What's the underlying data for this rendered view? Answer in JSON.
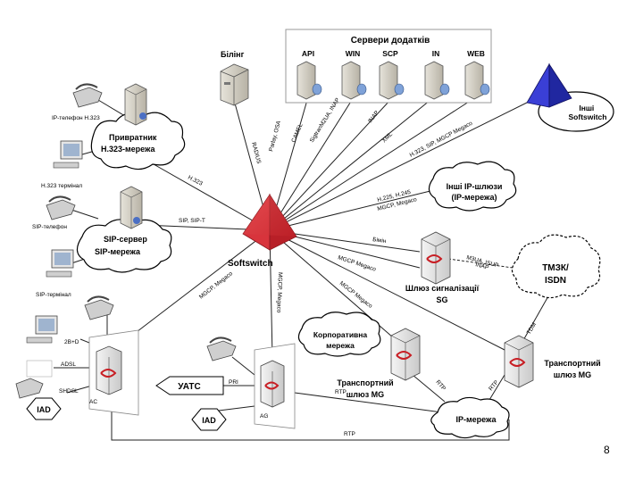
{
  "servers_box": {
    "title": "Сервери додатків",
    "items": [
      "API",
      "WIN",
      "SCP",
      "IN",
      "WEB"
    ]
  },
  "billing": {
    "label": "Білінг"
  },
  "softswitch": {
    "label": "Softswitch"
  },
  "other_softswitch": {
    "label": "Інші Softswitch"
  },
  "gatekeeper": {
    "label": "Привратник",
    "network": "H.323-мережа"
  },
  "sip_server": {
    "label": "SIP-сервер",
    "network": "SIP-мережа"
  },
  "other_gateways": {
    "line1": "Інші IP-шлюзи",
    "line2": "(IP-мережа)"
  },
  "signaling_gw": {
    "line1": "Шлюз сигналізації",
    "line2": "SG"
  },
  "tmzk": {
    "line1": "ТМЗК/",
    "line2": "ISDN"
  },
  "corp_network": {
    "line1": "Корпоративна",
    "line2": "мережа"
  },
  "transport_mg_center": {
    "line1": "Транспортний",
    "line2": "шлюз MG"
  },
  "transport_mg_right": {
    "line1": "Транспортний",
    "line2": "шлюз MG"
  },
  "ip_network": {
    "label": "IP-мережа"
  },
  "uatc": {
    "label": "УАТС"
  },
  "iad_center": {
    "label": "IAD"
  },
  "iad_left": {
    "label": "IAD"
  },
  "endpoints": {
    "ip_phone": "IP-телефон Н.323",
    "h323_terminal": "Н.323 термінал",
    "sip_phone": "SIP-телефон",
    "sip_terminal": "SIP-термінал"
  },
  "access": {
    "ag": "AG",
    "ac": "AC",
    "b2_d": "2B+D",
    "adsl": "ADSL",
    "shdsl": "SHDSL",
    "pri": "PRI"
  },
  "protocols": {
    "radius": "RADIUS",
    "parlay_osa": "Parlay, OSA",
    "camel": "CAMEL",
    "sigtran": "SigtranM2UA, INAP",
    "inap": "INAP",
    "xml": "XML",
    "h323_sip_mgcp": "H.323, SIP, MGCP Megaco",
    "h323": "H.323",
    "sip_sip_t": "SIP, SIP-T",
    "h225_h245": "H.225, H.245",
    "mgcp_megaco": "MGCP, Megaco",
    "bicc": "Бімін",
    "mgcp_megaco_sg": "MGCP Megaco",
    "m3ua_isup": "M3UA, ISUP",
    "inap_right": "INAP",
    "megaco_down": "MGCP Megaco",
    "mgcp_ag": "MGCP, Megaco",
    "mgcp_mg": "MGCP, Megaco",
    "rtp1": "RTP",
    "rtp2": "RTP",
    "rtp3": "RTP",
    "rtp_bottom": "RTP",
    "tdm": "TDM"
  },
  "page_number": "8"
}
